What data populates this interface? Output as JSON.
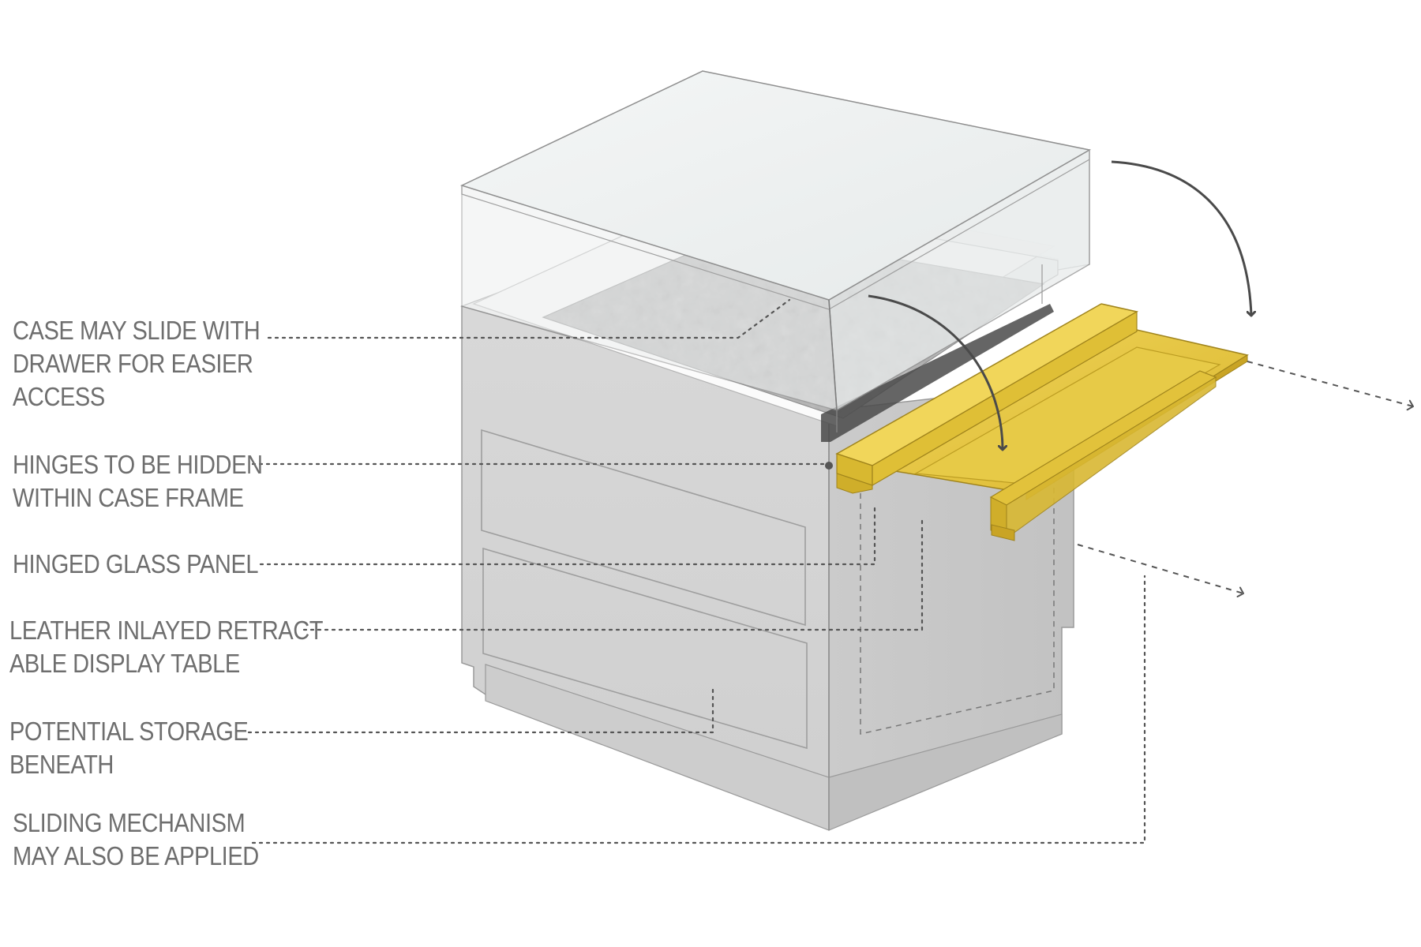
{
  "labels": [
    {
      "id": "case-slide",
      "lines": [
        "CASE MAY SLIDE WITH",
        "DRAWER FOR EASIER",
        "ACCESS"
      ]
    },
    {
      "id": "hinges-hidden",
      "lines": [
        "HINGES TO BE HIDDEN",
        "WITHIN CASE FRAME"
      ]
    },
    {
      "id": "hinged-glass",
      "lines": [
        "HINGED GLASS PANEL"
      ]
    },
    {
      "id": "leather-table",
      "lines": [
        "LEATHER INLAYED RETRACT",
        "ABLE DISPLAY TABLE"
      ]
    },
    {
      "id": "storage",
      "lines": [
        "POTENTIAL STORAGE",
        "BENEATH"
      ]
    },
    {
      "id": "sliding",
      "lines": [
        "SLIDING MECHANISM",
        "MAY ALSO BE APPLIED"
      ]
    }
  ],
  "colors": {
    "text": "#6e6e6e",
    "leader": "#555555",
    "cabinet_front": "#d4d4d4",
    "cabinet_side": "#c6c6c6",
    "brass": "#e6c640",
    "glass": "#eef1f1",
    "leather": "#aeaeae"
  }
}
